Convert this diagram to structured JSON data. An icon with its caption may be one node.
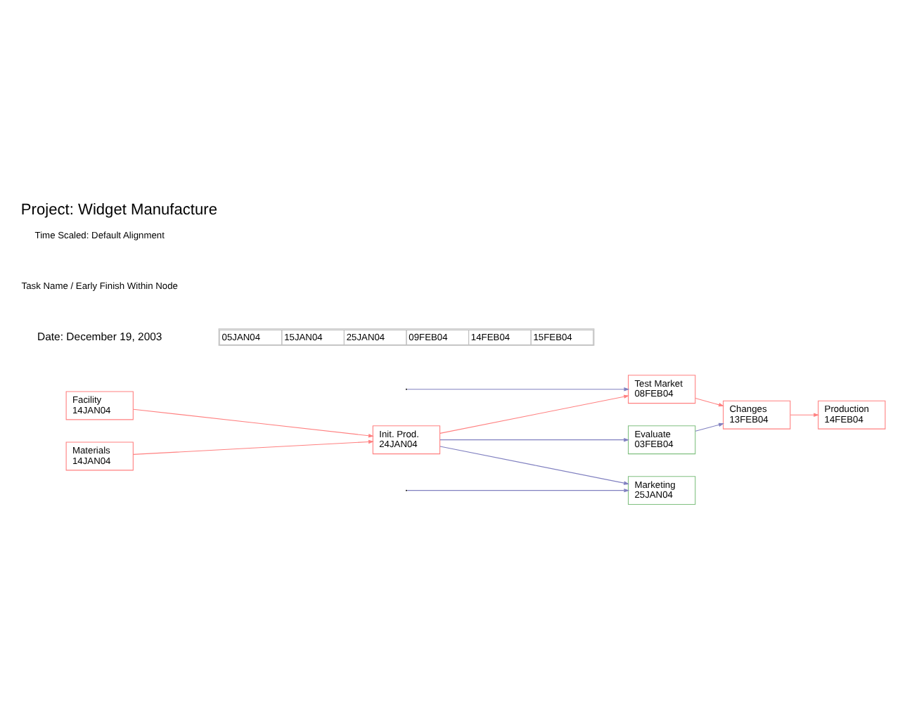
{
  "diagram": {
    "title": "Project: Widget Manufacture",
    "nodes": [
      {
        "text": [
          "Facility",
          "14JAN04"
        ]
      },
      {
        "text": [
          "Init. Prod.",
          "24JAN04"
        ]
      },
      {
        "text": [
          "Evaluate",
          "03FEB04"
        ]
      },
      {
        "text": [
          "Materials",
          "14JAN04"
        ]
      },
      {
        "text": [
          "Test Market",
          "08FEB04"
        ]
      },
      {
        "text": [
          "Changes",
          "13FEB04"
        ]
      },
      {
        "text": [
          "Production",
          "14FEB04"
        ]
      },
      {
        "text": [
          "Marketing",
          "25JAN04"
        ]
      }
    ],
    "edges": [
      {
        "from": 0,
        "to": 1,
        "arrow": "to",
        "color": "#ff8080"
      },
      {
        "from": 3,
        "to": 1,
        "arrow": "to",
        "color": "#ff8080"
      },
      {
        "from": 1,
        "to": 2,
        "arrow": "to",
        "color": "#8080c0"
      },
      {
        "from": 1,
        "to": 4,
        "arrow": "to",
        "color": "#ff8080"
      },
      {
        "from": 1,
        "to": 7,
        "arrow": "to",
        "color": "#8080c0"
      },
      {
        "from": null,
        "to": 4,
        "arrow": "to",
        "color": "#8080c0"
      },
      {
        "from": null,
        "to": 7,
        "arrow": "to",
        "color": "#8080c0"
      },
      {
        "from": 2,
        "to": 5,
        "arrow": "to",
        "color": "#8080c0"
      },
      {
        "from": 4,
        "to": 5,
        "arrow": "to",
        "color": "#ff8080"
      },
      {
        "from": 5,
        "to": 6,
        "arrow": "to",
        "color": "#ff8080"
      }
    ],
    "labels": [
      "Date: December 19, 2003",
      "05JAN04",
      "15JAN04",
      "25JAN04",
      "09FEB04",
      "14FEB04",
      "15FEB04",
      "Task Name / Early Finish Within Node",
      "Time Scaled: Default Alignment"
    ]
  }
}
